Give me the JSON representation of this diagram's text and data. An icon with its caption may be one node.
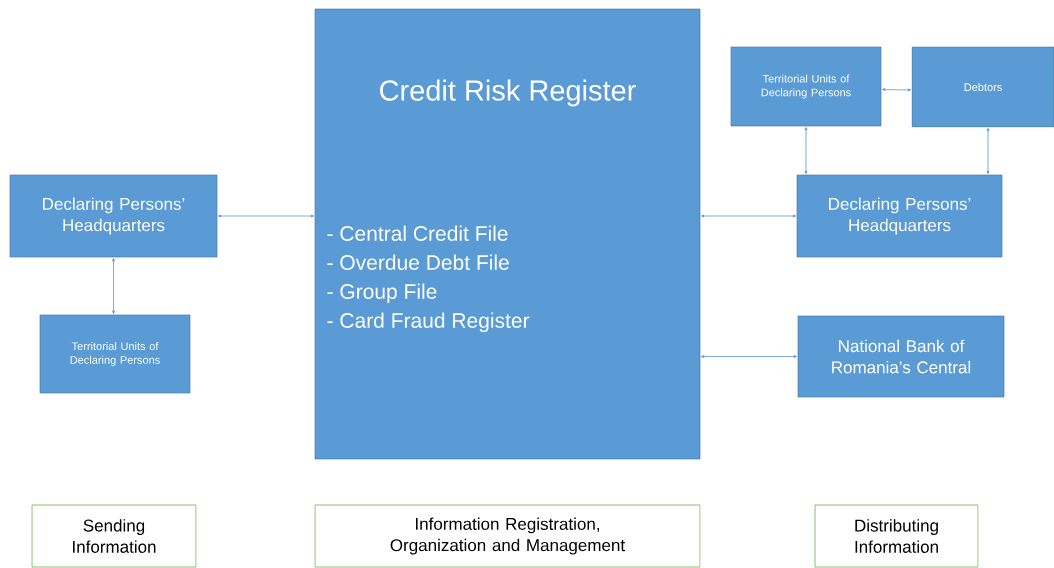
{
  "diagram": {
    "nodes": [
      {
        "text": [
          "Credit Risk Register",
          "- Central Credit File",
          "- Overdue Debt File",
          "- Group File",
          "- Card Fraud Register"
        ]
      },
      {
        "text": [
          "Declaring Persons’ Headquarters"
        ]
      },
      {
        "text": [
          "Territorial Units of Declaring Persons"
        ]
      },
      {
        "text": [
          "Territorial Units of Declaring Persons"
        ]
      },
      {
        "text": [
          "Debtors"
        ]
      },
      {
        "text": [
          "Declaring Persons’ Headquarters"
        ]
      },
      {
        "text": [
          "National Bank of Romania’s Central"
        ]
      },
      {
        "text": [
          "Sending Information"
        ]
      },
      {
        "text": [
          "Information Registration, Organization and Management"
        ]
      },
      {
        "text": [
          "Distributing Information"
        ]
      }
    ],
    "edges": [
      {
        "from": 1,
        "to": 0,
        "arrow": "both"
      },
      {
        "from": 1,
        "to": 2,
        "arrow": "both"
      },
      {
        "from": 0,
        "to": 5,
        "arrow": "both"
      },
      {
        "from": 3,
        "to": 4,
        "arrow": "both"
      },
      {
        "from": 3,
        "to": 5,
        "arrow": "both"
      },
      {
        "from": 4,
        "to": 5,
        "arrow": "both"
      },
      {
        "from": 0,
        "to": 6,
        "arrow": "both"
      }
    ]
  }
}
